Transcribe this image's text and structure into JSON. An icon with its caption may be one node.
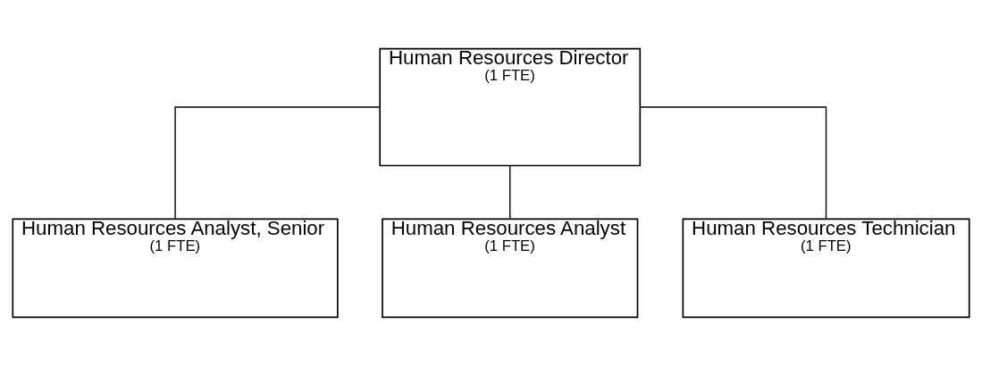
{
  "diagram": {
    "nodes": [
      {
        "text": [
          "Human Resources Director",
          "(1 FTE)"
        ]
      },
      {
        "text": [
          "Human Resources Analyst, Senior",
          "(1 FTE)"
        ]
      },
      {
        "text": [
          "Human Resources Analyst",
          "(1 FTE)"
        ]
      },
      {
        "text": [
          "Human Resources Technician",
          "(1 FTE)"
        ]
      }
    ],
    "edges": [
      {
        "from": 0,
        "to": 1,
        "arrow": "none"
      },
      {
        "from": 0,
        "to": 2,
        "arrow": "none"
      },
      {
        "from": 0,
        "to": 3,
        "arrow": "none"
      }
    ]
  }
}
